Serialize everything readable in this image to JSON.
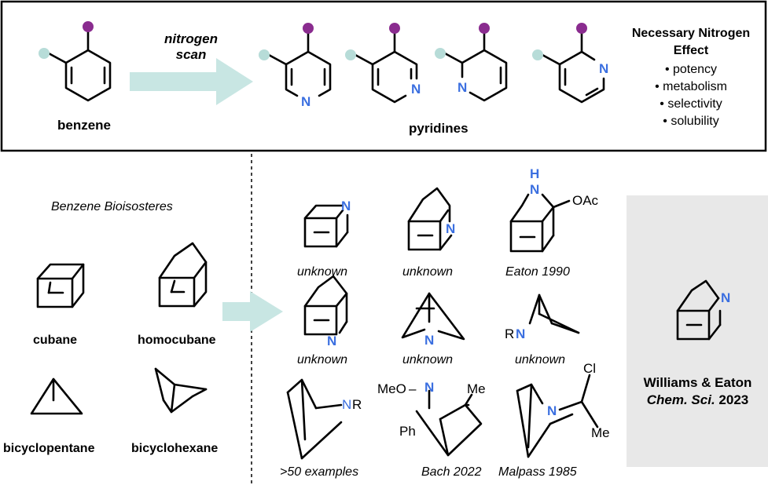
{
  "top_panel": {
    "benzene_label": "benzene",
    "arrow_label_line1": "nitrogen",
    "arrow_label_line2": "scan",
    "pyridines_label": "pyridines",
    "effect_title_line1": "Necessary Nitrogen",
    "effect_title_line2": "Effect",
    "effects": [
      "• potency",
      "• metabolism",
      "• selectivity",
      "• solubility"
    ]
  },
  "left_panel": {
    "heading": "Benzene Bioisosteres",
    "cubane": "cubane",
    "homocubane": "homocubane",
    "bicyclopentane": "bicyclopentane",
    "bicyclohexane": "bicyclohexane"
  },
  "grid": {
    "unknown": "unknown",
    "eaton_1990": "Eaton 1990",
    "examples": ">50 examples",
    "bach_2022": "Bach 2022",
    "malpass_1985": "Malpass 1985"
  },
  "atoms": {
    "N": "N",
    "H": "H",
    "OAc": "OAc",
    "R": "R",
    "NR": "NR",
    "MeO": "MeO",
    "Me": "Me",
    "Ph": "Ph",
    "Cl": "Cl"
  },
  "highlight": {
    "authors": "Williams & Eaton",
    "journal": "Chem. Sci.",
    "year": "2023"
  },
  "colors": {
    "nitrogen": "#3b6fe0",
    "purple_dot": "#8a2c8f",
    "teal_dot": "#b7dcd8",
    "arrow": "#c8e6e3",
    "highlight_bg": "#e8e8e8"
  }
}
